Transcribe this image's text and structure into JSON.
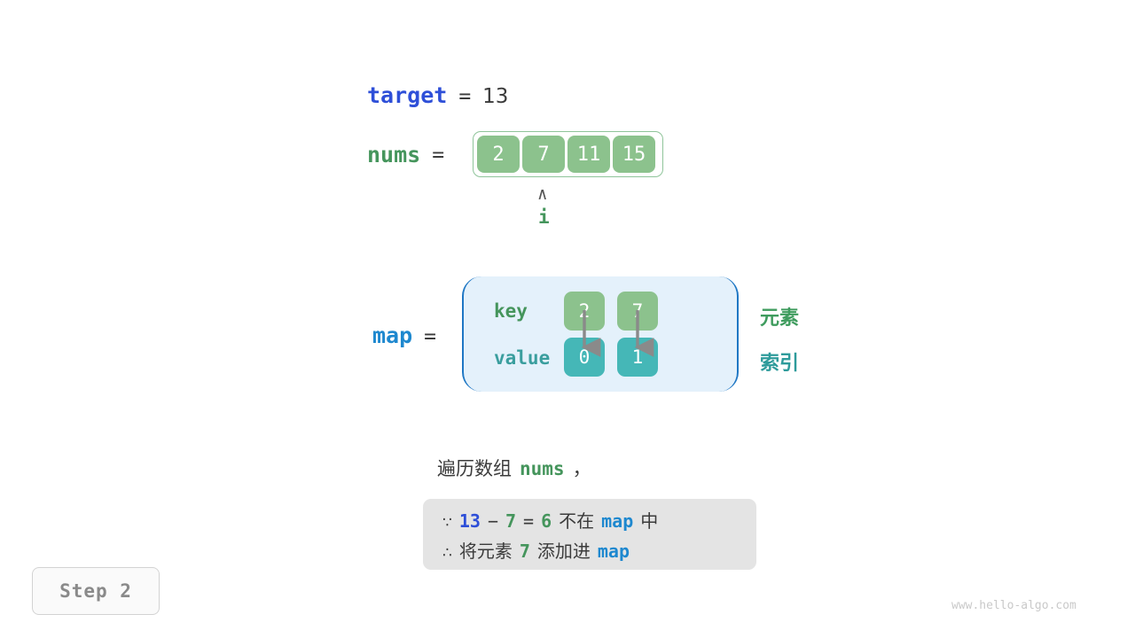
{
  "target": {
    "name": "target",
    "equals": "=",
    "value": "13"
  },
  "nums": {
    "name": "nums",
    "equals": "=",
    "cells": [
      "2",
      "7",
      "11",
      "15"
    ]
  },
  "pointer": {
    "caret": "∧",
    "label": "i",
    "index": 1
  },
  "map": {
    "name": "map",
    "equals": "=",
    "key_label": "key",
    "value_label": "value",
    "keys": [
      "2",
      "7"
    ],
    "values": [
      "0",
      "1"
    ],
    "side_labels": {
      "element": "元素",
      "index": "索引"
    }
  },
  "caption": {
    "text_before": "遍历数组",
    "code": "nums",
    "text_after": "，"
  },
  "note": {
    "line1": {
      "symbol": "∵",
      "a": "13",
      "minus": "−",
      "b": "7",
      "eq": "=",
      "result": "6",
      "middle": "不在",
      "map": "map",
      "end": "中"
    },
    "line2": {
      "symbol": "∴",
      "text_before": "将元素",
      "elem": "7",
      "text_mid": "添加进",
      "map": "map"
    }
  },
  "step": {
    "label": "Step 2"
  },
  "watermark": {
    "text": "www.hello-algo.com"
  },
  "colors": {
    "blue_target": "#2E4FD8",
    "blue_map": "#1E88CF",
    "green": "#45955C",
    "green_cell": "#8CC28D",
    "teal_cell": "#45B7B7",
    "teal_text": "#3A9E9E",
    "map_bg": "#E4F1FB",
    "map_border": "#1F77C4",
    "note_bg": "#E4E4E4",
    "arrow": "#8A8A8A"
  }
}
